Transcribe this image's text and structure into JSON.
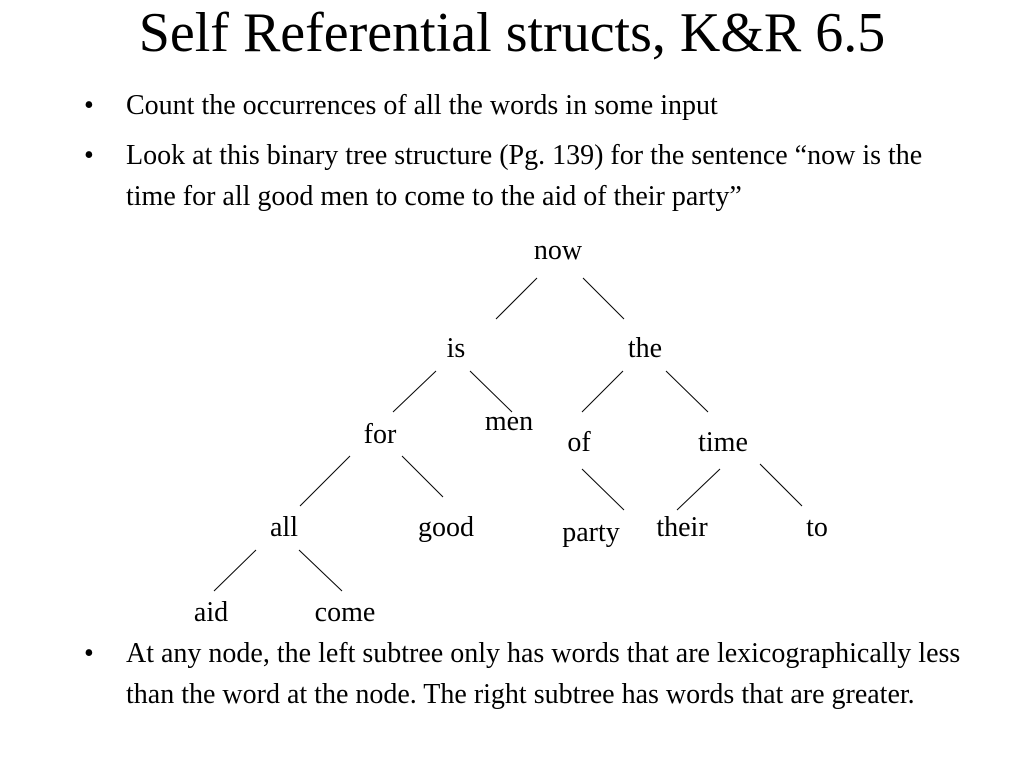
{
  "slide": {
    "title": "Self Referential structs, K&R 6.5",
    "bullet_symbol": "•",
    "bullets": [
      "Count the occurrences of all the words in some input",
      "Look at this binary tree structure (Pg. 139) for the sentence “now is the time for all good men to come to the aid of their party”",
      "At any node, the left subtree only has words that are lexicographically less than the word at the node. The right subtree has words that are greater."
    ]
  },
  "tree": {
    "nodes": [
      {
        "id": "now",
        "label": "now"
      },
      {
        "id": "is",
        "label": "is"
      },
      {
        "id": "the",
        "label": "the"
      },
      {
        "id": "for",
        "label": "for"
      },
      {
        "id": "men",
        "label": "men"
      },
      {
        "id": "of",
        "label": "of"
      },
      {
        "id": "time",
        "label": "time"
      },
      {
        "id": "all",
        "label": "all"
      },
      {
        "id": "good",
        "label": "good"
      },
      {
        "id": "party",
        "label": "party"
      },
      {
        "id": "their",
        "label": "their"
      },
      {
        "id": "to",
        "label": "to"
      },
      {
        "id": "aid",
        "label": "aid"
      },
      {
        "id": "come",
        "label": "come"
      }
    ],
    "edges": [
      {
        "from": "now",
        "to": "is"
      },
      {
        "from": "now",
        "to": "the"
      },
      {
        "from": "is",
        "to": "for"
      },
      {
        "from": "is",
        "to": "men"
      },
      {
        "from": "the",
        "to": "of"
      },
      {
        "from": "the",
        "to": "time"
      },
      {
        "from": "for",
        "to": "all"
      },
      {
        "from": "for",
        "to": "good"
      },
      {
        "from": "of",
        "to": "party"
      },
      {
        "from": "time",
        "to": "their"
      },
      {
        "from": "time",
        "to": "to"
      },
      {
        "from": "all",
        "to": "aid"
      },
      {
        "from": "all",
        "to": "come"
      }
    ]
  }
}
